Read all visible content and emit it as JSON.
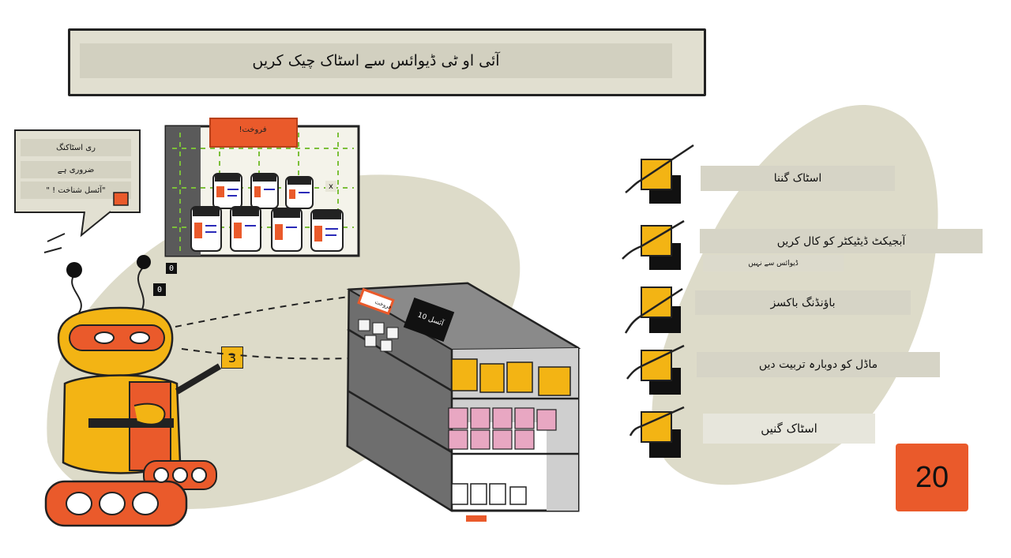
{
  "title": "آئی او ٹی ڈیوائس سے اسٹاک چیک کریں",
  "speech_bubble": {
    "lines": [
      "ری اسٹاکنگ",
      "ضروری ہے",
      "\"آئسل شناخت ! \""
    ]
  },
  "shelf_sign": "فروخت!",
  "aisle_sign": "آئسل 10",
  "price_sign": "فروخت",
  "badges": {
    "top": "0",
    "bottom": "0",
    "hand": "3",
    "shelf_x": "x"
  },
  "steps": [
    {
      "label": "اسٹاک گننا"
    },
    {
      "label": "آبجیکٹ ڈیٹیکٹر کو کال کریں",
      "sub": "ڈیوائس سے نہیں"
    },
    {
      "label": "باؤنڈنگ باکسز"
    },
    {
      "label": "ماڈل کو دوبارہ تربیت دیں"
    },
    {
      "label": "اسٹاک گنیں"
    }
  ],
  "page_number": "20",
  "colors": {
    "accent_orange": "#ea5a2b",
    "checkbox_yellow": "#f3b414",
    "panel_beige": "#e1dfd0",
    "blob_beige": "#dddbc9"
  }
}
